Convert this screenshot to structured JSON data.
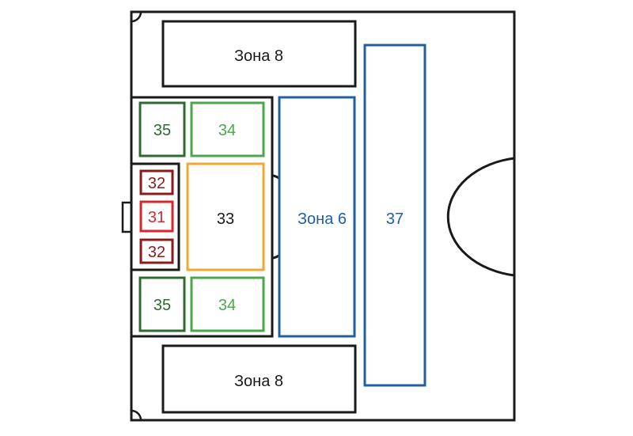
{
  "colors": {
    "line": "#1a1a1a",
    "blue": "#1f5fa8",
    "dark_green": "#2e6b2e",
    "light_green": "#4aa84a",
    "orange": "#f0a830",
    "dark_red": "#8b1a1a",
    "red": "#d9262a"
  },
  "zones": {
    "zone8_top": "Зона 8",
    "zone8_bottom": "Зона 8",
    "zone6": "Зона 6",
    "z37": "37",
    "z33": "33",
    "z35_top": "35",
    "z34_top": "34",
    "z35_bottom": "35",
    "z34_bottom": "34",
    "z32_top": "32",
    "z31": "31",
    "z32_bottom": "32"
  }
}
